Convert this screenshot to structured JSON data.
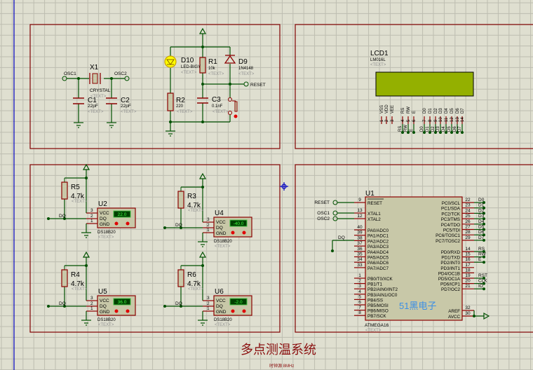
{
  "title": "多点测温系统",
  "subtitle": "时钟源 8MHz",
  "watermark": "51黑电子",
  "colors": {
    "background": "#dfdfd0",
    "grid": "#bdbdb0",
    "wire": "#005000",
    "component": "#8b0000",
    "body_fill": "#c8c8a8",
    "lcd_screen": "#94b000",
    "display_bg": "#004000",
    "display_text": "#40ff40",
    "border": "#800000",
    "axis": "#0000c0",
    "watermark": "#3a8ee6",
    "placeholder": "#909090"
  },
  "oscillator": {
    "crystal": {
      "ref": "X1",
      "value": "CRYSTAL",
      "text": "<TEXT>"
    },
    "cap1": {
      "ref": "C1",
      "value": "22pF",
      "text": "<TEXT>"
    },
    "cap2": {
      "ref": "C2",
      "value": "22pF",
      "text": "<TEXT>"
    },
    "net1": "OSC1",
    "net2": "OSC2"
  },
  "reset_circuit": {
    "led": {
      "ref": "D10",
      "value": "LED-BIGY",
      "text": "<TEXT>"
    },
    "r1": {
      "ref": "R1",
      "value": "10k",
      "text": "<TEXT>"
    },
    "d9": {
      "ref": "D9",
      "value": "1N4148",
      "text": "<TEXT>"
    },
    "r2": {
      "ref": "R2",
      "value": "220",
      "text": "<TEXT>"
    },
    "c3": {
      "ref": "C3",
      "value": "0.1nF",
      "text": "<TEXT>"
    },
    "net": "RESET"
  },
  "lcd": {
    "ref": "LCD1",
    "value": "LM016L",
    "text": "<TEXT>",
    "pins": [
      {
        "name": "VSS",
        "num": "1",
        "net": ""
      },
      {
        "name": "VDD",
        "num": "2",
        "net": ""
      },
      {
        "name": "VEE",
        "num": "3",
        "net": ""
      },
      {
        "name": "RS",
        "num": "4",
        "net": "RS"
      },
      {
        "name": "RW",
        "num": "5",
        "net": "RW"
      },
      {
        "name": "E",
        "num": "6",
        "net": "E"
      },
      {
        "name": "D0",
        "num": "7",
        "net": "D0"
      },
      {
        "name": "D1",
        "num": "8",
        "net": "D1"
      },
      {
        "name": "D2",
        "num": "9",
        "net": "D2"
      },
      {
        "name": "D3",
        "num": "10",
        "net": "D3"
      },
      {
        "name": "D4",
        "num": "11",
        "net": "D4"
      },
      {
        "name": "D5",
        "num": "12",
        "net": "D5"
      },
      {
        "name": "D6",
        "num": "13",
        "net": "D6"
      },
      {
        "name": "D7",
        "num": "14",
        "net": "D7"
      }
    ]
  },
  "sensors": [
    {
      "ref": "U2",
      "pullup": {
        "ref": "R5",
        "value": "4.7k"
      },
      "temp": "22.0",
      "value": "DS18B20",
      "text": "<TEXT>",
      "net": "DQ"
    },
    {
      "ref": "U4",
      "pullup": {
        "ref": "R3",
        "value": "4.7k"
      },
      "temp": "-40.0",
      "value": "DS18B20",
      "text": "<TEXT>",
      "net": "DQ"
    },
    {
      "ref": "U5",
      "pullup": {
        "ref": "R4",
        "value": "4.7k"
      },
      "temp": "36.0",
      "value": "DS18B20",
      "text": "<TEXT>",
      "net": "DQ"
    },
    {
      "ref": "U6",
      "pullup": {
        "ref": "R6",
        "value": "4.7k"
      },
      "temp": "-2.0",
      "value": "DS18B20",
      "text": "<TEXT>",
      "net": "DQ"
    }
  ],
  "sensor_pins": [
    {
      "name": "VCC",
      "num": "3"
    },
    {
      "name": "DQ",
      "num": "2"
    },
    {
      "name": "GND",
      "num": "1"
    }
  ],
  "mcu": {
    "ref": "U1",
    "value": "ATMEGA16",
    "text": "<TEXT>",
    "left_top": [
      {
        "num": "9",
        "name": "RESET",
        "net": "RESET",
        "overline": true
      },
      {
        "num": "13",
        "name": "XTAL1",
        "net": "OSC1"
      },
      {
        "num": "12",
        "name": "XTAL2",
        "net": "OSC2"
      }
    ],
    "left_pa": [
      {
        "num": "40",
        "name": "PA0/ADC0",
        "net": ""
      },
      {
        "num": "39",
        "name": "PA1/ADC1",
        "net": ""
      },
      {
        "num": "38",
        "name": "PA2/ADC2",
        "net": "DQ"
      },
      {
        "num": "37",
        "name": "PA3/ADC3",
        "net": ""
      },
      {
        "num": "36",
        "name": "PA4/ADC4",
        "net": ""
      },
      {
        "num": "35",
        "name": "PA5/ADC5",
        "net": ""
      },
      {
        "num": "34",
        "name": "PA6/ADC6",
        "net": ""
      },
      {
        "num": "33",
        "name": "PA7/ADC7",
        "net": ""
      }
    ],
    "left_pb": [
      {
        "num": "1",
        "name": "PB0/T0/XCK"
      },
      {
        "num": "2",
        "name": "PB1/T1"
      },
      {
        "num": "3",
        "name": "PB2/AIN0/INT2"
      },
      {
        "num": "4",
        "name": "PB3/AIN1/OC0"
      },
      {
        "num": "5",
        "name": "PB4/SS"
      },
      {
        "num": "6",
        "name": "PB5/MOSI"
      },
      {
        "num": "7",
        "name": "PB6/MISO"
      },
      {
        "num": "8",
        "name": "PB7/SCK"
      }
    ],
    "right_pc": [
      {
        "num": "22",
        "name": "PC0/SCL",
        "net": "D0"
      },
      {
        "num": "23",
        "name": "PC1/SDA",
        "net": "D1"
      },
      {
        "num": "24",
        "name": "PC2/TCK",
        "net": "D2"
      },
      {
        "num": "25",
        "name": "PC3/TMS",
        "net": "D3"
      },
      {
        "num": "26",
        "name": "PC4/TDO",
        "net": "D4"
      },
      {
        "num": "27",
        "name": "PC5/TDI",
        "net": "D5"
      },
      {
        "num": "28",
        "name": "PC6/TOSC1",
        "net": "D6"
      },
      {
        "num": "29",
        "name": "PC7/TOSC2",
        "net": "D7"
      }
    ],
    "right_pd": [
      {
        "num": "14",
        "name": "PD0/RXD",
        "net": "RS"
      },
      {
        "num": "15",
        "name": "PD1/TXD",
        "net": "RW"
      },
      {
        "num": "16",
        "name": "PD2/INT0",
        "net": "E"
      },
      {
        "num": "17",
        "name": "PD3/INT1",
        "net": ""
      },
      {
        "num": "18",
        "name": "PD4/OC1B",
        "net": ""
      },
      {
        "num": "19",
        "name": "PD5/OC1A",
        "net": "RST"
      },
      {
        "num": "20",
        "name": "PD6/ICP1",
        "net": "CLK"
      },
      {
        "num": "21",
        "name": "PD7/OC2",
        "net": "IO"
      }
    ],
    "right_power": [
      {
        "num": "32",
        "name": "AREF"
      },
      {
        "num": "30",
        "name": "AVCC"
      }
    ]
  }
}
